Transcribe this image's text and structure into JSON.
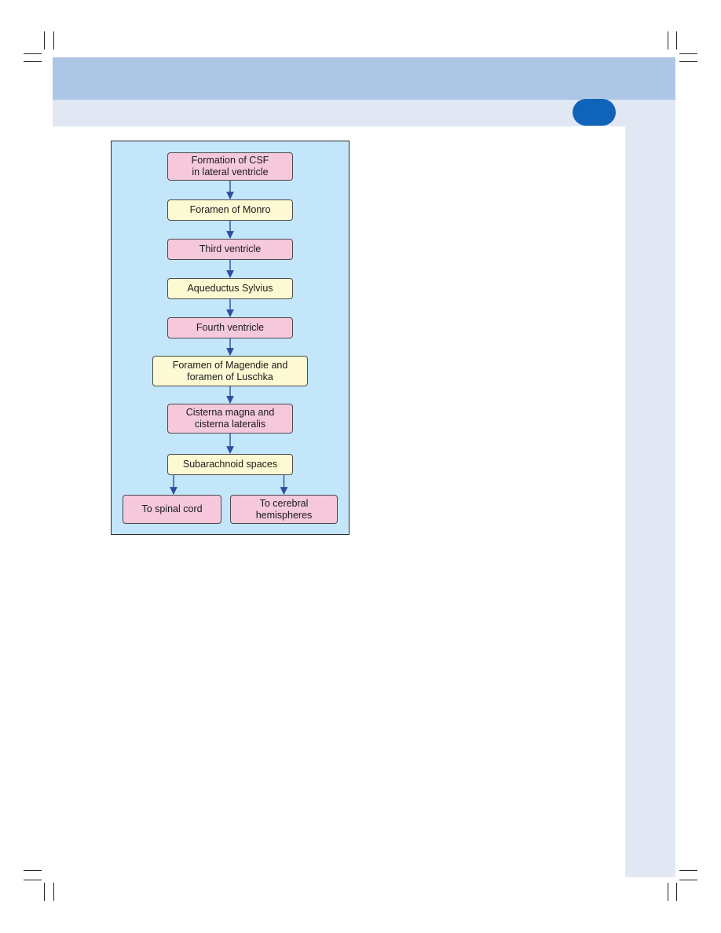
{
  "colors": {
    "header_band": "#aec6e6",
    "subheader_band": "#e1e8f4",
    "page_badge": "#0f64b9",
    "panel_background": "#c4e6fa",
    "pink_box": "#f5c8dc",
    "yellow_box": "#fdfad3",
    "arrow": "#2b4f9e"
  },
  "flowchart": {
    "nodes": [
      {
        "id": "csf-formation",
        "label": "Formation of CSF\nin lateral ventricle",
        "fill": "pink"
      },
      {
        "id": "foramen-monro",
        "label": "Foramen of Monro",
        "fill": "yellow"
      },
      {
        "id": "third-ventricle",
        "label": "Third ventricle",
        "fill": "pink"
      },
      {
        "id": "aqueductus-sylvius",
        "label": "Aqueductus Sylvius",
        "fill": "yellow"
      },
      {
        "id": "fourth-ventricle",
        "label": "Fourth ventricle",
        "fill": "pink"
      },
      {
        "id": "foramen-magendie-luschka",
        "label": "Foramen of Magendie and\nforamen of Luschka",
        "fill": "yellow"
      },
      {
        "id": "cisterna",
        "label": "Cisterna magna and\ncisterna lateralis",
        "fill": "pink"
      },
      {
        "id": "subarachnoid-spaces",
        "label": "Subarachnoid spaces",
        "fill": "yellow"
      },
      {
        "id": "spinal-cord",
        "label": "To spinal cord",
        "fill": "pink"
      },
      {
        "id": "cerebral-hemispheres",
        "label": "To cerebral\nhemispheres",
        "fill": "pink"
      }
    ],
    "edges": [
      [
        "csf-formation",
        "foramen-monro"
      ],
      [
        "foramen-monro",
        "third-ventricle"
      ],
      [
        "third-ventricle",
        "aqueductus-sylvius"
      ],
      [
        "aqueductus-sylvius",
        "fourth-ventricle"
      ],
      [
        "fourth-ventricle",
        "foramen-magendie-luschka"
      ],
      [
        "foramen-magendie-luschka",
        "cisterna"
      ],
      [
        "cisterna",
        "subarachnoid-spaces"
      ],
      [
        "subarachnoid-spaces",
        "spinal-cord"
      ],
      [
        "subarachnoid-spaces",
        "cerebral-hemispheres"
      ]
    ]
  }
}
